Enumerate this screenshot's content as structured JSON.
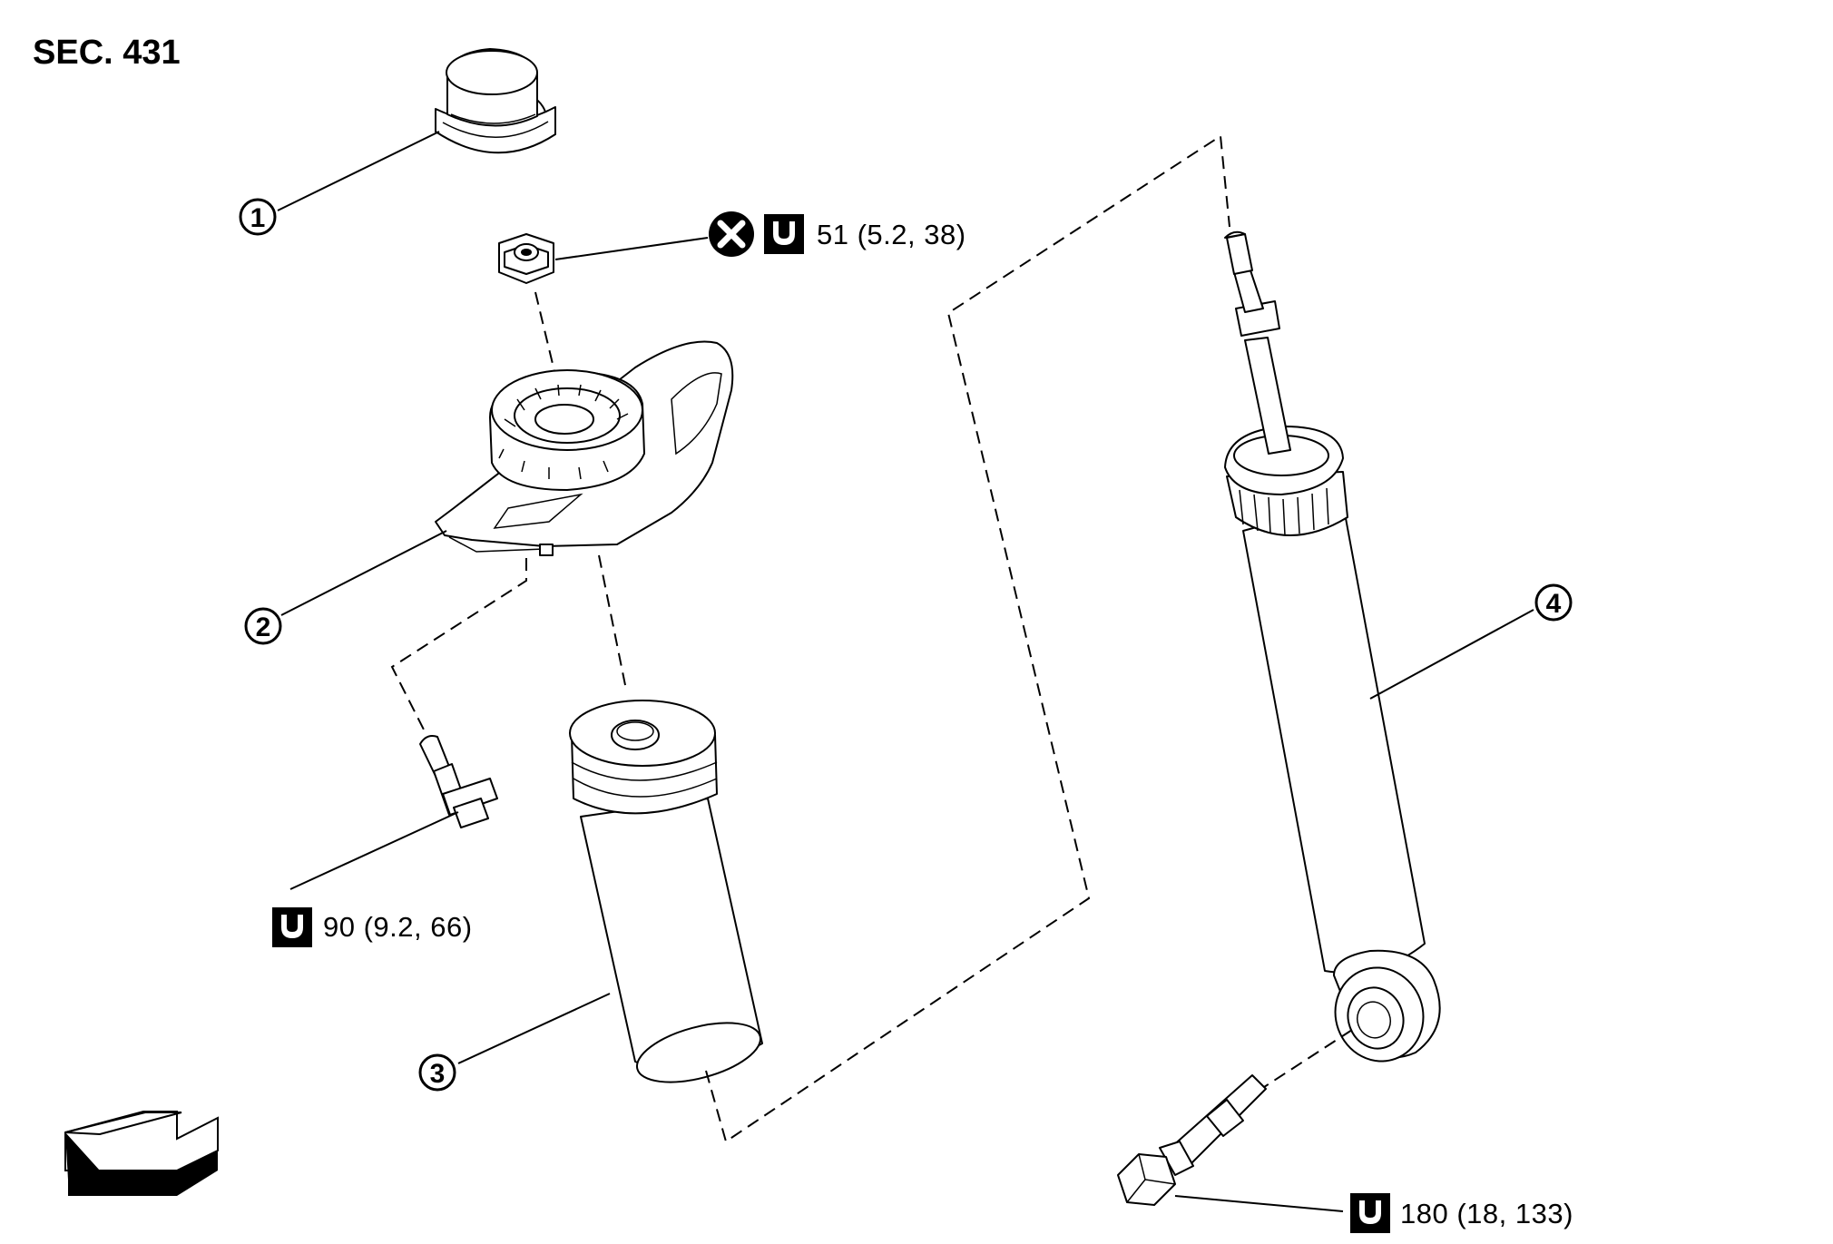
{
  "section_label": "SEC. 431",
  "callouts": [
    {
      "number": "1",
      "name": "bumper-cap"
    },
    {
      "number": "2",
      "name": "upper-mount"
    },
    {
      "number": "3",
      "name": "bound-bumper-boot"
    },
    {
      "number": "4",
      "name": "shock-absorber"
    }
  ],
  "torque_specs": {
    "mount_nut": "51 (5.2, 38)",
    "mount_bolt": "90 (9.2, 66)",
    "lower_bolt": "180 (18, 133)"
  },
  "symbols": {
    "do_not_reuse": "x-circle-icon",
    "tightening_torque": "wrench-icon",
    "front_direction": "front-arrow-icon"
  }
}
